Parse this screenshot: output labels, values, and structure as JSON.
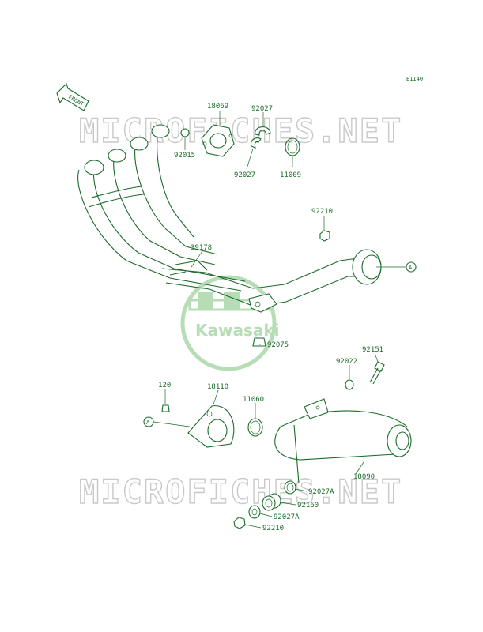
{
  "diagram": {
    "ref_code": "E1140",
    "front_label": "FRONT",
    "watermark_text": "MICROFICHES.NET",
    "logo_text": "Kawasaki",
    "connector_label": "A",
    "colors": {
      "ink": "#1a6b2a",
      "watermark": "#c9c9c9",
      "logo": "#b7ddb7"
    },
    "parts": [
      {
        "id": "p18069",
        "number": "18069"
      },
      {
        "id": "p92027a",
        "number": "92027"
      },
      {
        "id": "p92015",
        "number": "92015"
      },
      {
        "id": "p92027b",
        "number": "92027"
      },
      {
        "id": "p11009",
        "number": "11009"
      },
      {
        "id": "p92210a",
        "number": "92210"
      },
      {
        "id": "p39178",
        "number": "39178"
      },
      {
        "id": "p92075",
        "number": "92075"
      },
      {
        "id": "p92151",
        "number": "92151"
      },
      {
        "id": "p92022",
        "number": "92022"
      },
      {
        "id": "p120",
        "number": "120"
      },
      {
        "id": "p18110",
        "number": "18110"
      },
      {
        "id": "p11060",
        "number": "11060"
      },
      {
        "id": "p18090",
        "number": "18090"
      },
      {
        "id": "p92027c",
        "number": "92027A"
      },
      {
        "id": "p92160",
        "number": "92160"
      },
      {
        "id": "p92027d",
        "number": "92027A"
      },
      {
        "id": "p92210b",
        "number": "92210"
      }
    ]
  }
}
